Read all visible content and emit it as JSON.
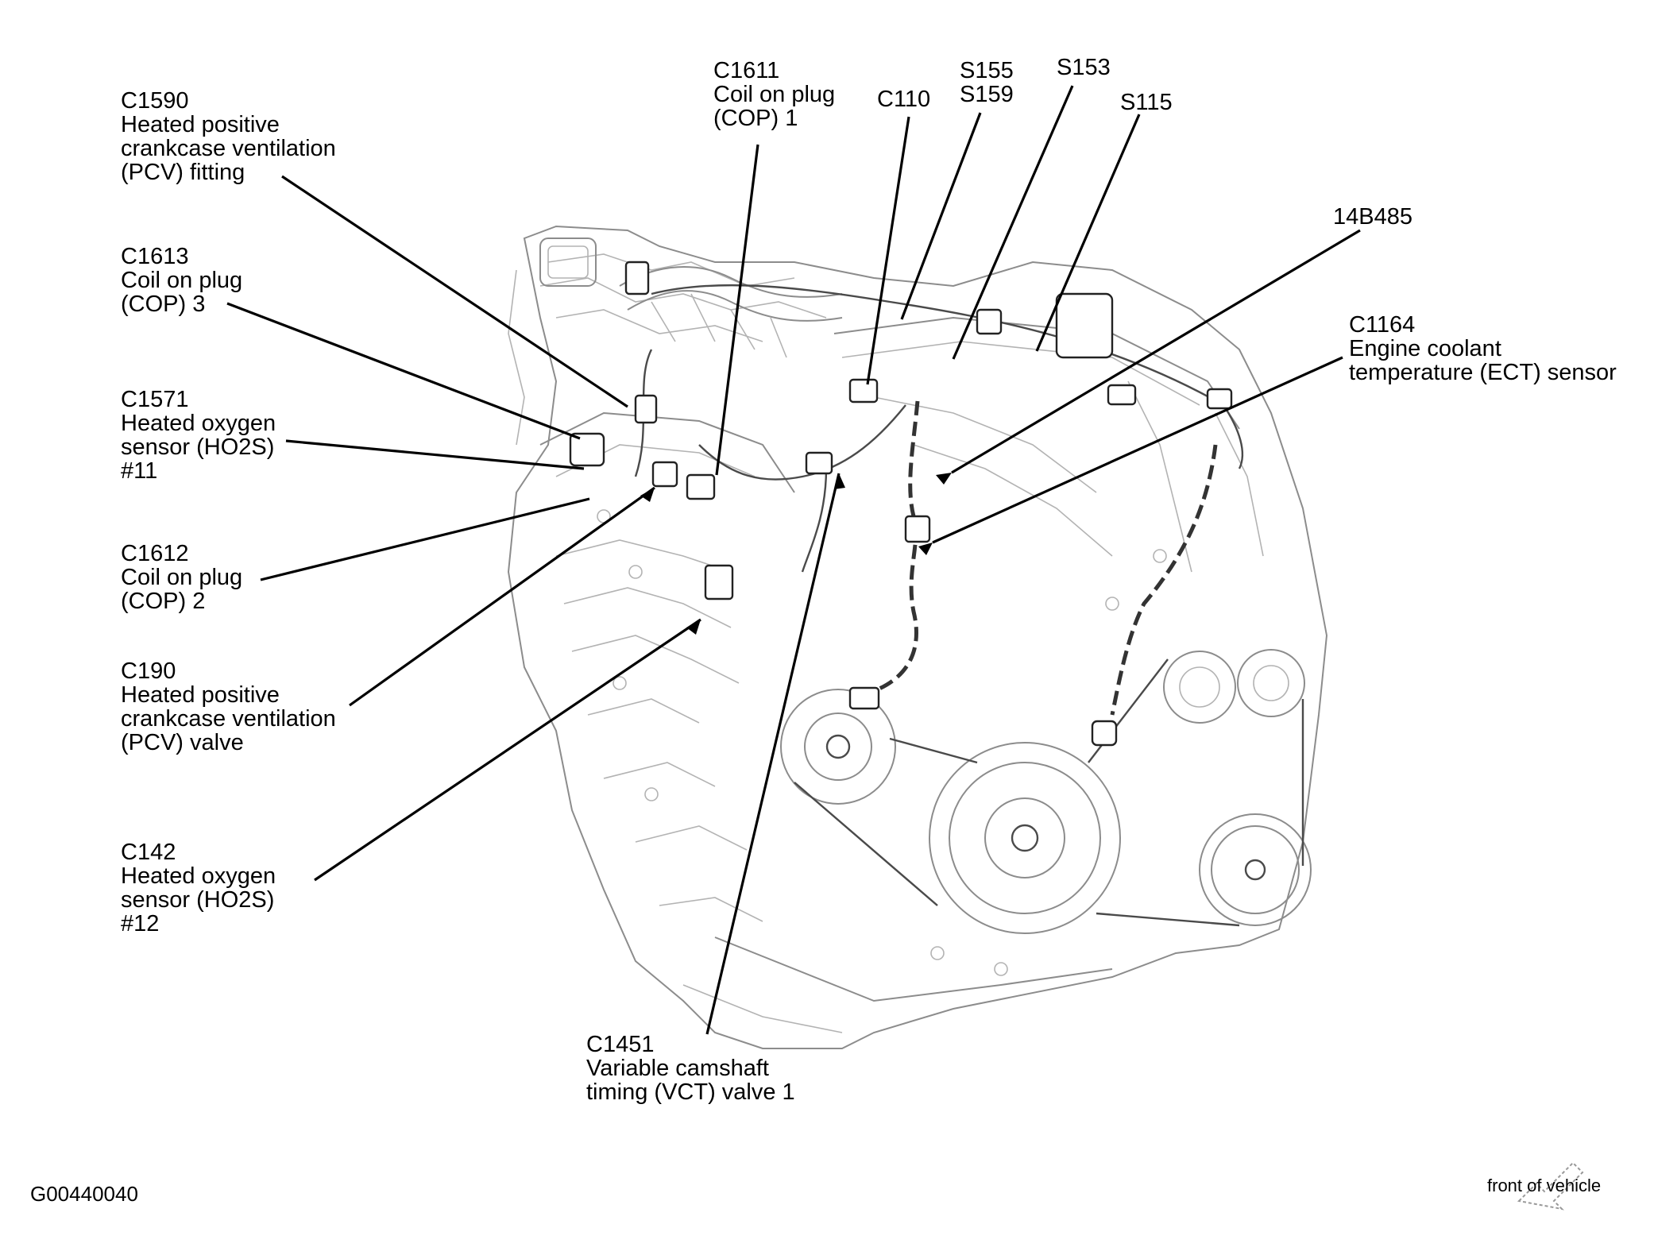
{
  "labels": {
    "c1590": {
      "code": "C1590",
      "lines": [
        "Heated positive",
        "crankcase ventilation",
        "(PCV) fitting"
      ]
    },
    "c1613": {
      "code": "C1613",
      "lines": [
        "Coil on plug",
        "(COP) 3"
      ]
    },
    "c1571": {
      "code": "C1571",
      "lines": [
        "Heated oxygen",
        "sensor (HO2S)",
        "#11"
      ]
    },
    "c1612": {
      "code": "C1612",
      "lines": [
        "Coil on plug",
        "(COP) 2"
      ]
    },
    "c190": {
      "code": "C190",
      "lines": [
        "Heated positive",
        "crankcase ventilation",
        "(PCV) valve"
      ]
    },
    "c142": {
      "code": "C142",
      "lines": [
        "Heated oxygen",
        "sensor (HO2S)",
        "#12"
      ]
    },
    "c1611": {
      "code": "C1611",
      "lines": [
        "Coil on plug",
        "(COP) 1"
      ]
    },
    "c110": {
      "code": "C110"
    },
    "s155": {
      "code": "S155"
    },
    "s159": {
      "code": "S159"
    },
    "s153": {
      "code": "S153"
    },
    "s115": {
      "code": "S115"
    },
    "b14b485": {
      "code": "14B485"
    },
    "c1164": {
      "code": "C1164",
      "lines": [
        "Engine coolant",
        "temperature (ECT) sensor"
      ]
    },
    "c1451": {
      "code": "C1451",
      "lines": [
        "Variable camshaft",
        "timing (VCT) valve 1"
      ]
    }
  },
  "figure_id": "G00440040",
  "front_of_vehicle": "front of vehicle"
}
